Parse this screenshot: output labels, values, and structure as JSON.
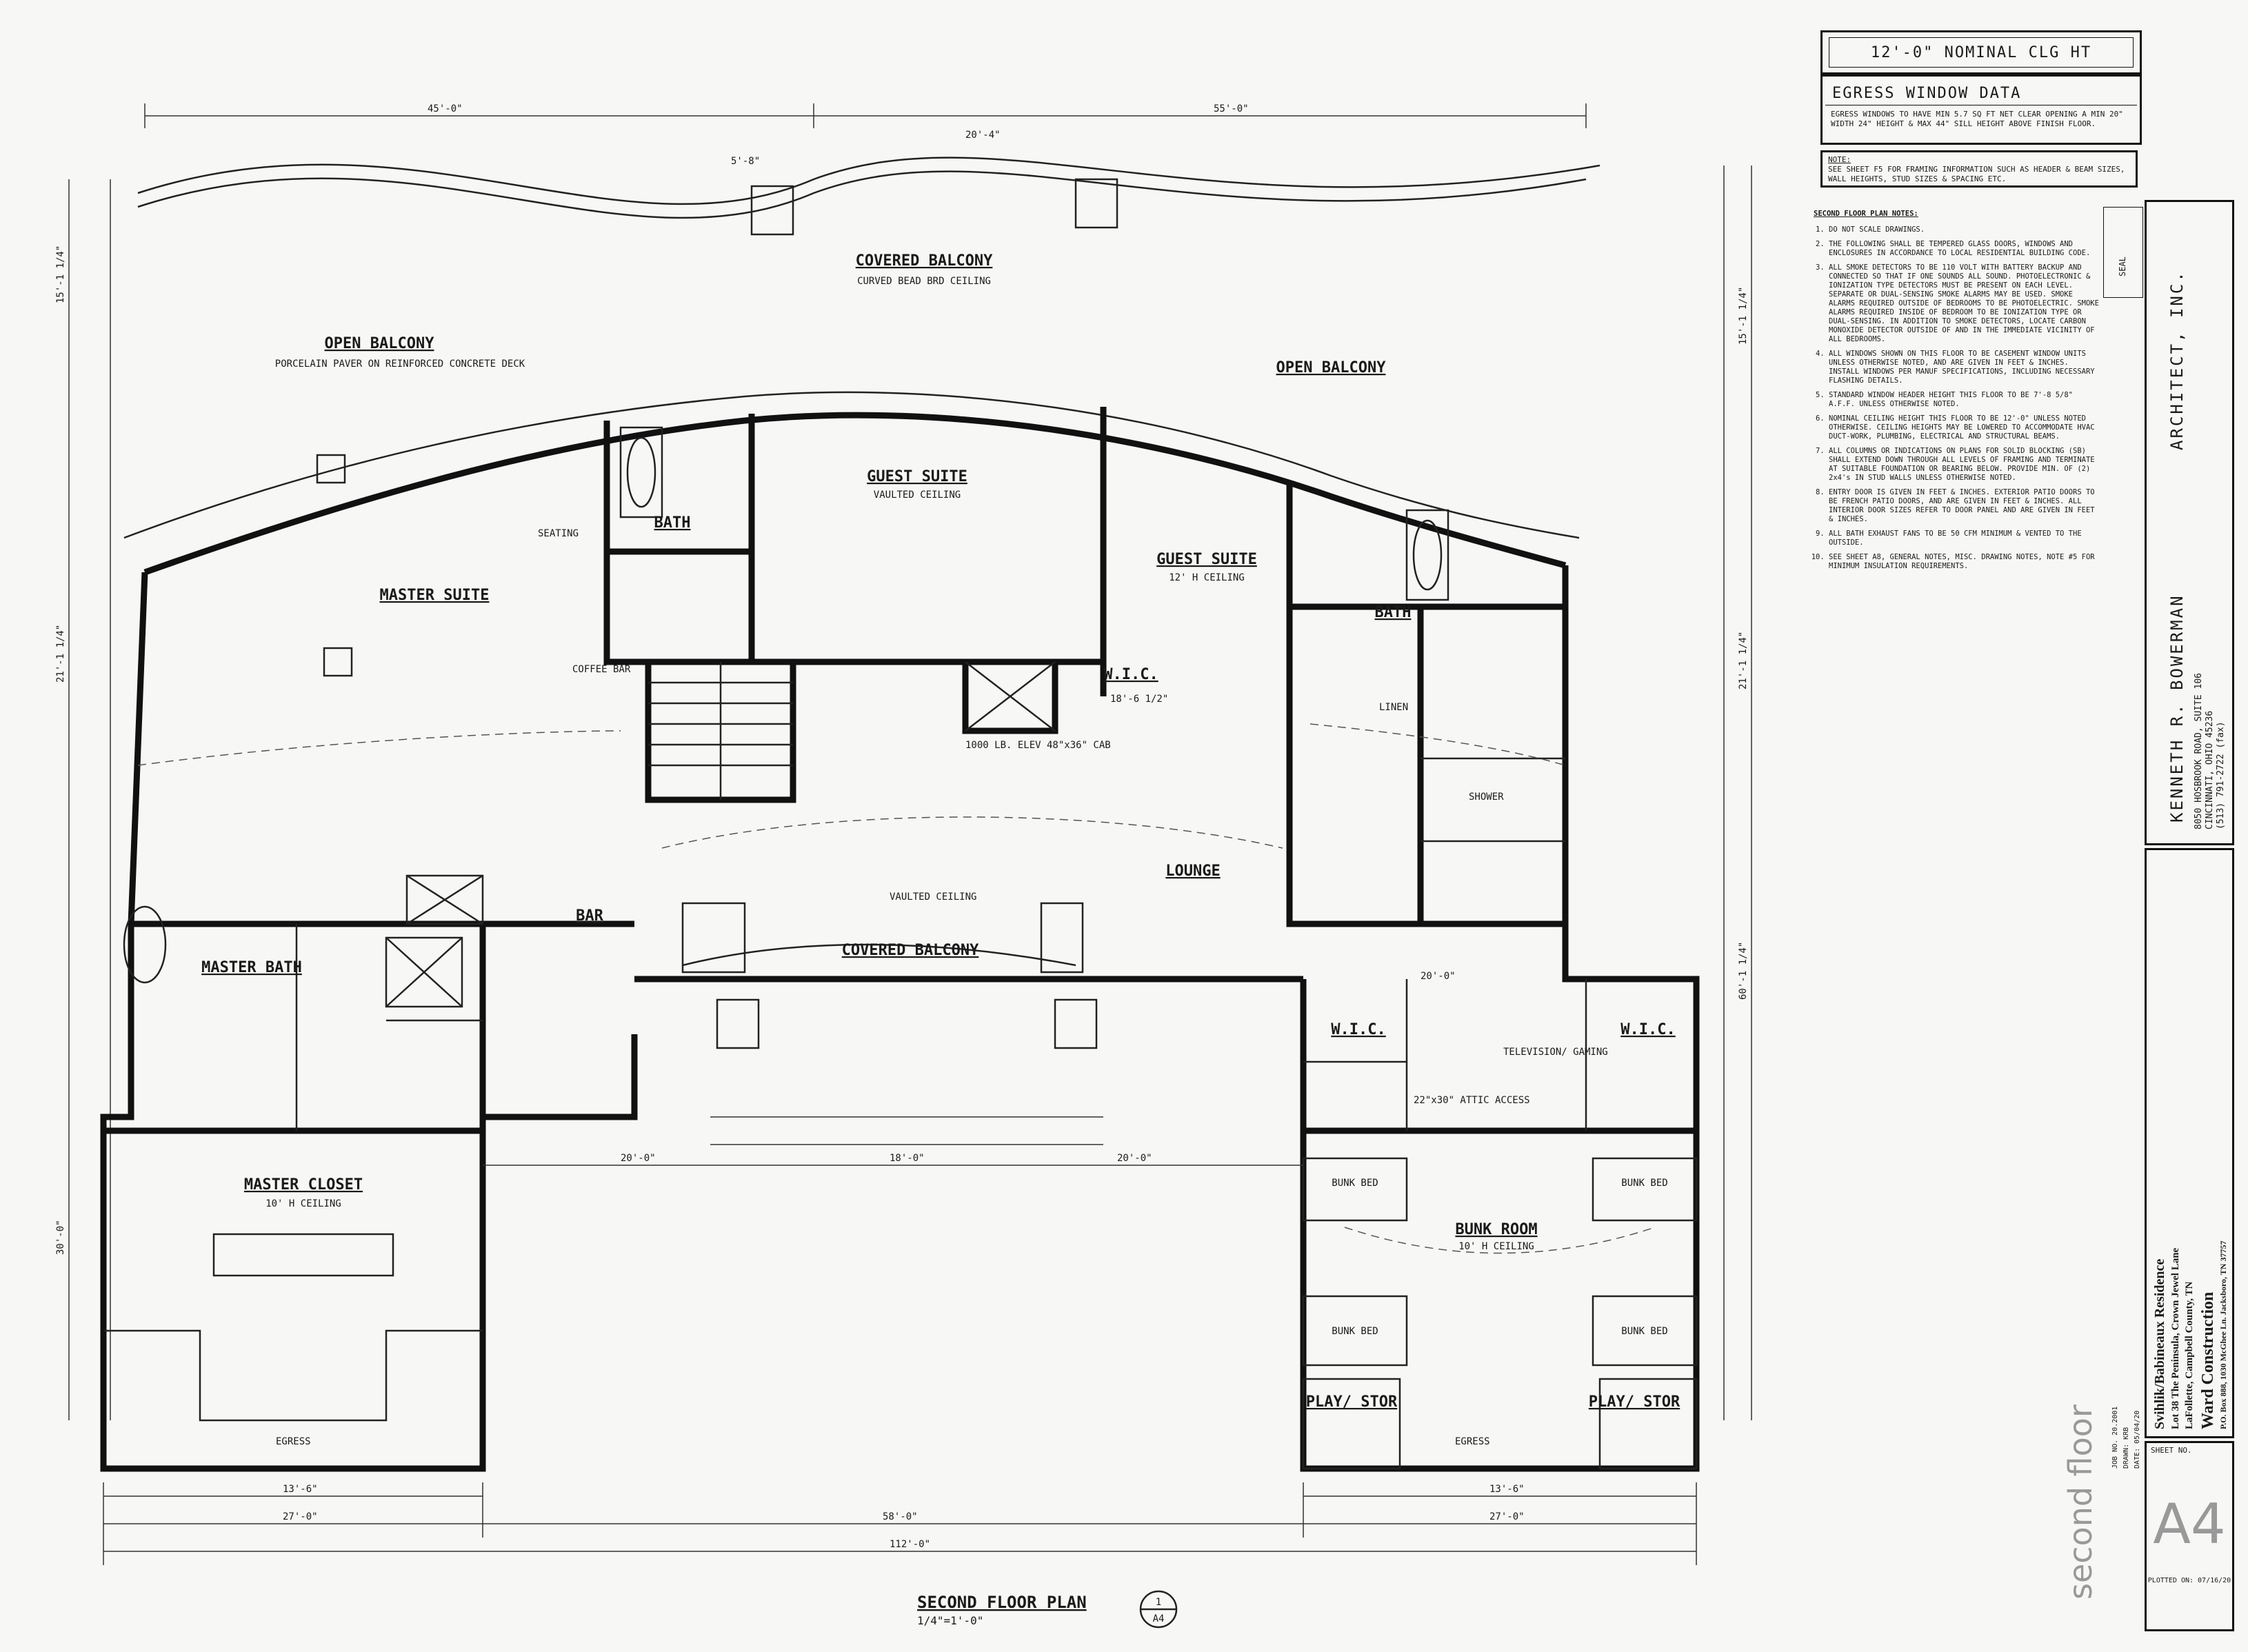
{
  "header": {
    "ceiling": "12'-0\" NOMINAL CLG HT",
    "egress_title": "EGRESS WINDOW DATA",
    "egress_text": "EGRESS WINDOWS TO HAVE MIN 5.7 SQ FT NET CLEAR OPENING A MIN 20\" WIDTH 24\" HEIGHT & MAX 44\" SILL HEIGHT ABOVE FINISH FLOOR.",
    "note_label": "NOTE:",
    "note_text": "SEE SHEET F5 FOR FRAMING INFORMATION SUCH AS HEADER & BEAM SIZES, WALL HEIGHTS, STUD SIZES & SPACING ETC."
  },
  "notes": {
    "heading": "SECOND FLOOR PLAN NOTES:",
    "items": [
      "DO NOT SCALE DRAWINGS.",
      "THE FOLLOWING SHALL BE TEMPERED GLASS DOORS, WINDOWS AND ENCLOSURES IN ACCORDANCE TO LOCAL RESIDENTIAL BUILDING CODE.",
      "ALL SMOKE DETECTORS TO BE 110 VOLT WITH BATTERY BACKUP AND CONNECTED SO THAT IF ONE SOUNDS ALL SOUND. PHOTOELECTRONIC & IONIZATION TYPE DETECTORS MUST BE PRESENT ON EACH LEVEL. SEPARATE OR DUAL-SENSING SMOKE ALARMS MAY BE USED. SMOKE ALARMS REQUIRED OUTSIDE OF BEDROOMS TO BE PHOTOELECTRIC. SMOKE ALARMS REQUIRED INSIDE OF BEDROOM TO BE IONIZATION TYPE OR DUAL-SENSING. IN ADDITION TO SMOKE DETECTORS, LOCATE CARBON MONOXIDE DETECTOR OUTSIDE OF AND IN THE IMMEDIATE VICINITY OF ALL BEDROOMS.",
      "ALL WINDOWS SHOWN ON THIS FLOOR TO BE CASEMENT WINDOW UNITS UNLESS OTHERWISE NOTED, AND ARE GIVEN IN FEET & INCHES. INSTALL WINDOWS PER MANUF SPECIFICATIONS, INCLUDING NECESSARY FLASHING DETAILS.",
      "STANDARD WINDOW HEADER HEIGHT THIS FLOOR TO BE 7'-8 5/8\" A.F.F. UNLESS OTHERWISE NOTED.",
      "NOMINAL CEILING HEIGHT THIS FLOOR TO BE 12'-0\" UNLESS NOTED OTHERWISE. CEILING HEIGHTS MAY BE LOWERED TO ACCOMMODATE HVAC DUCT-WORK, PLUMBING, ELECTRICAL AND STRUCTURAL BEAMS.",
      "ALL COLUMNS OR INDICATIONS ON PLANS FOR SOLID BLOCKING (SB) SHALL EXTEND DOWN THROUGH ALL LEVELS OF FRAMING AND TERMINATE AT SUITABLE FOUNDATION OR BEARING BELOW. PROVIDE MIN. OF (2) 2x4's IN STUD WALLS UNLESS OTHERWISE NOTED.",
      "ENTRY DOOR IS GIVEN IN FEET & INCHES. EXTERIOR PATIO DOORS TO BE FRENCH PATIO DOORS, AND ARE GIVEN IN FEET & INCHES. ALL INTERIOR DOOR SIZES REFER TO DOOR PANEL AND ARE GIVEN IN FEET & INCHES.",
      "ALL BATH EXHAUST FANS TO BE 50 CFM MINIMUM & VENTED TO THE OUTSIDE.",
      "SEE SHEET A8, GENERAL NOTES, MISC. DRAWING NOTES, NOTE #5 FOR MINIMUM INSULATION REQUIREMENTS."
    ]
  },
  "architect": {
    "firm": "ARCHITECT, INC.",
    "name": "KENNETH  R.  BOWERMAN",
    "address": "8050 HOSBROOK ROAD, SUITE 106",
    "city": "CINCINNATI, OHIO 45236",
    "phone": "(513) 791-2722  (fax)",
    "stamp": "SEAL"
  },
  "project": {
    "name": "Svihlik/Babineaux Residence",
    "lot": "Lot 38 The Peninsula, Crown Jewel Lane",
    "city": "LaFollette, Campbell County, TN",
    "builder": "Ward Construction",
    "builder_addr": "P.O. Box 888, 1030 McGhee Ln. Jacksboro, TN 37757"
  },
  "sheet": {
    "title": "second floor",
    "label": "SHEET NO.",
    "number": "A4",
    "job_no": "JOB NO. 20.2001",
    "drawn": "DRAWN: KRB",
    "date": "DATE: 05/04/20",
    "plotted": "PLOTTED ON: 07/16/20"
  },
  "plan": {
    "title": "SECOND FLOOR PLAN",
    "scale": "1/4\"=1'-0\"",
    "ref_num": "1",
    "ref_sheet": "A4",
    "rooms": {
      "open_balcony_l": "OPEN BALCONY",
      "open_balcony_l_sub": "PORCELAIN PAVER ON REINFORCED CONCRETE DECK",
      "covered_balcony_top": "COVERED BALCONY",
      "covered_balcony_top_sub": "CURVED BEAD BRD CEILING",
      "open_balcony_r": "OPEN BALCONY",
      "guest_suite_c": "GUEST SUITE",
      "guest_suite_c_sub": "VAULTED CEILING",
      "guest_suite_r": "GUEST SUITE",
      "guest_suite_r_sub": "12' H CEILING",
      "master_suite": "MASTER SUITE",
      "bath_c": "BATH",
      "bath_r": "BATH",
      "wic_c": "W.I.C.",
      "lounge": "LOUNGE",
      "bar": "BAR",
      "master_bath": "MASTER BATH",
      "master_closet": "MASTER CLOSET",
      "master_closet_sub": "10' H CEILING",
      "covered_balcony_bot": "COVERED BALCONY",
      "wic_l": "W.I.C.",
      "wic_r": "W.I.C.",
      "bunk_room": "BUNK ROOM",
      "bunk_room_sub": "10' H CEILING",
      "play_l": "PLAY/ STOR",
      "play_r": "PLAY/ STOR",
      "bunk_bed": "BUNK BED",
      "seating": "SEATING",
      "coffee_bar": "COFFEE BAR",
      "linen": "LINEN",
      "shower": "SHOWER",
      "egress": "EGRESS",
      "tv": "TELEVISION/ GAMING",
      "attic": "22\"x30\" ATTIC ACCESS",
      "vaulted": "VAULTED CEILING",
      "elev": "1000 LB. ELEV 48\"x36\" CAB"
    },
    "dims": {
      "overall_top_l": "45'-0\"",
      "overall_top_r": "55'-0\"",
      "overall_bot": "112'-0\"",
      "bot_mid": "58'-0\"",
      "bot_l": "27'-0\"",
      "bot_r": "27'-0\"",
      "seg_136": "13'-6\"",
      "mid_20": "20'-0\"",
      "mid_18": "18'-0\"",
      "top_204": "20'-4\"",
      "top_58": "5'-8\"",
      "left_h1": "15'-1 1/4\"",
      "left_h2": "21'-1 1/4\"",
      "left_h3": "30'-0\"",
      "right_h1": "15'-1 1/4\"",
      "right_h2": "21'-1 1/4\"",
      "right_h3": "60'-1 1/4\"",
      "lounge_w": "18'-6 1/2\"",
      "bunk_w": "20'-0\""
    }
  }
}
